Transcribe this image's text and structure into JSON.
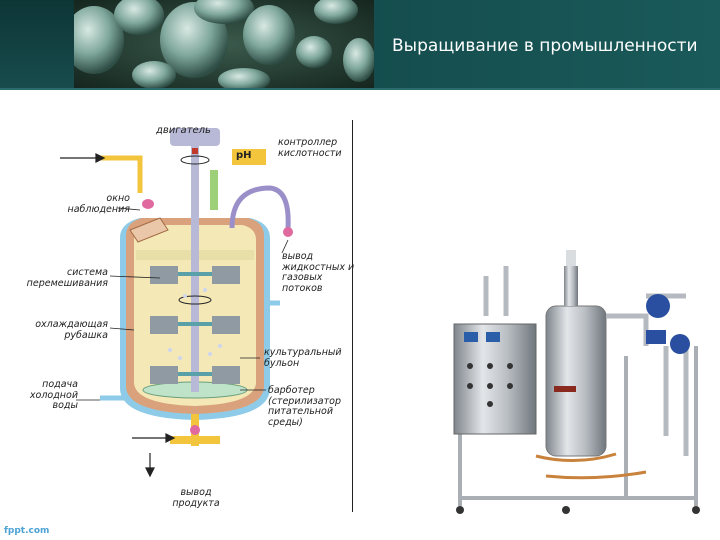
{
  "slide": {
    "title": "Выращивание в промышленности"
  },
  "diagram": {
    "motor": "двигатель",
    "ph": "pH",
    "ph_controller": "контроллер кислотности",
    "window": "окно наблюдения",
    "mixing": "система перемешивания",
    "jacket": "охлаждающая рубашка",
    "cold_water": "подача холодной воды",
    "gas_out": "вывод жидкостных и газовых потоков",
    "broth": "культуральный бульон",
    "sparger": "барботер (стерилизатор питательной среды)",
    "product_out": "вывод продукта"
  },
  "footer": {
    "logo": "fppt.com"
  },
  "colors": {
    "header_bg": "#144a4b",
    "vessel_wall": "#d9a27c",
    "vessel_inner": "#f4e9b6",
    "jacket_water": "#8ecbe8"
  }
}
